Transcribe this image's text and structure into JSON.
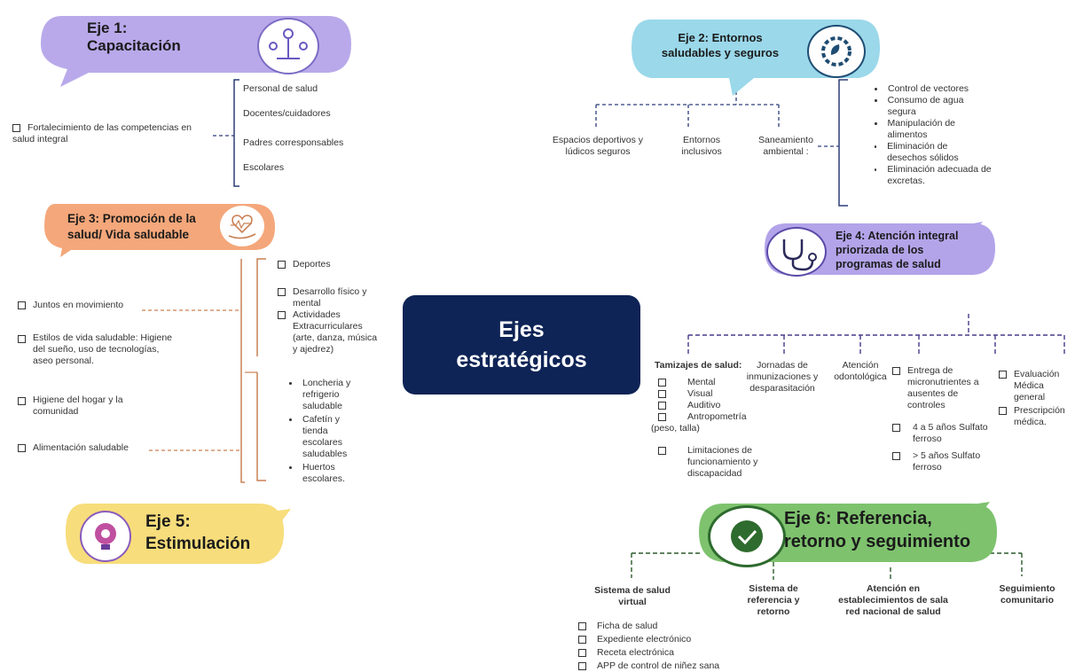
{
  "center": {
    "line1": "Ejes",
    "line2": "estratégicos"
  },
  "eje1": {
    "title_line1": "Eje 1:",
    "title_line2": "Capacitación",
    "icon": "people-network-icon",
    "color": "#b9a9ea",
    "main_item": "Fortalecimiento de las competencias en salud integral",
    "branches": [
      "Personal de salud",
      "Docentes/cuidadores",
      "Padres corresponsables",
      "Escolares"
    ]
  },
  "eje2": {
    "title_line1": "Eje 2: Entornos",
    "title_line2": "saludables y seguros",
    "icon": "gear-leaf-icon",
    "color": "#9ad8ea",
    "branches": [
      "Espacios deportivos y lúdicos seguros",
      "Entornos inclusivos",
      "Saneamiento ambiental :"
    ],
    "saneamiento_items": [
      "Control de vectores",
      "Consumo de agua segura",
      "Manipulación de alimentos",
      "Eliminación de desechos sólidos",
      "Eliminación adecuada de excretas."
    ]
  },
  "eje3": {
    "title_line1": "Eje 3: Promoción de la",
    "title_line2": "salud/ Vida saludable",
    "icon": "heart-hand-icon",
    "color": "#f4a77a",
    "left_items": [
      "Juntos en movimiento",
      "Estilos de vida saludable: Higiene del sueño, uso de tecnologías, aseo personal.",
      "Higiene del hogar y la comunidad",
      "Alimentación saludable"
    ],
    "juntos_items": [
      "Deportes",
      "Desarrollo físico y mental",
      "Actividades Extracurriculares (arte, danza, música y ajedrez)"
    ],
    "alimentacion_items": [
      "Loncheria y refrigerio saludable",
      "Cafetín y tienda escolares saludables",
      "Huertos escolares."
    ]
  },
  "eje4": {
    "title_line1": "Eje 4: Atención integral",
    "title_line2": "priorizada de los",
    "title_line3": "programas de salud",
    "icon": "stethoscope-icon",
    "color": "#b3a4ea",
    "tamizajes": {
      "title": "Tamizajes de salud:",
      "items": [
        "Mental",
        "Visual",
        "Auditivo",
        "Antropometría (peso, talla)",
        "Limitaciones de funcionamiento y discapacidad"
      ]
    },
    "jornadas": "Jornadas de inmunizaciones y desparasitación",
    "odontologica": "Atención odontológica",
    "micronutrientes": {
      "title": "Entrega de micronutrientes a ausentes de controles",
      "items": [
        "4 a 5 años Sulfato ferroso",
        "> 5 años Sulfato ferroso"
      ]
    },
    "evaluacion": [
      "Evaluación Médica general",
      "Prescripción médica."
    ]
  },
  "eje5": {
    "title_line1": "Eje 5:",
    "title_line2": "Estimulación",
    "icon": "lightbulb-head-icon",
    "color": "#f7dd7b"
  },
  "eje6": {
    "title_line1": "Eje 6:  Referencia,",
    "title_line2": "retorno y seguimiento",
    "icon": "clock-check-icon",
    "color": "#7ec26e",
    "branches": [
      "Sistema de salud virtual",
      "Sistema de referencia y retorno",
      "Atención en establecimientos de sala red nacional de salud",
      "Seguimiento comunitario"
    ],
    "virtual_items": [
      "Ficha de salud",
      "Expediente electrónico",
      "Receta electrónica",
      "APP de control de niñez sana"
    ]
  }
}
